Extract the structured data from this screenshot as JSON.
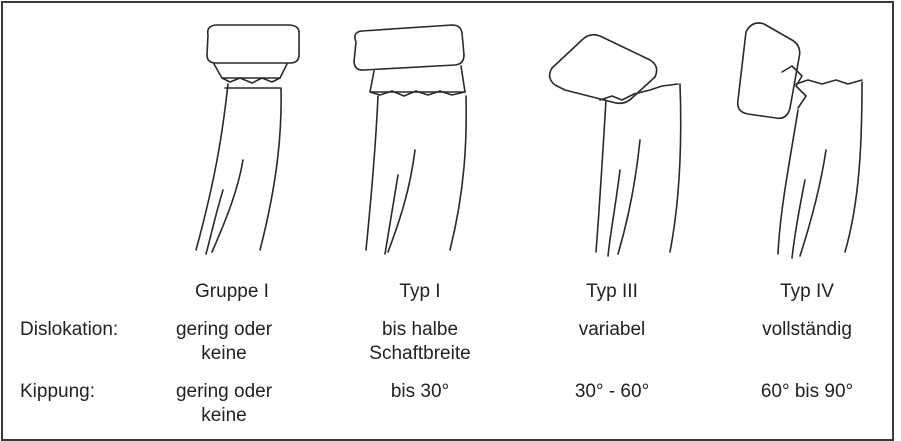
{
  "columns": [
    {
      "title": "Gruppe I",
      "dislocation": [
        "gering oder",
        "keine"
      ],
      "tilt": [
        "gering oder",
        "keine"
      ]
    },
    {
      "title": "Typ I",
      "dislocation": [
        "bis halbe",
        "Schaftbreite"
      ],
      "tilt": [
        "bis 30°"
      ]
    },
    {
      "title": "Typ III",
      "dislocation": [
        "variabel"
      ],
      "tilt": [
        "30° - 60°"
      ]
    },
    {
      "title": "Typ IV",
      "dislocation": [
        "vollständig"
      ],
      "tilt": [
        "60° bis 90°"
      ]
    }
  ],
  "row_labels": {
    "dislocation": "Dislokation:",
    "tilt": "Kippung:"
  }
}
